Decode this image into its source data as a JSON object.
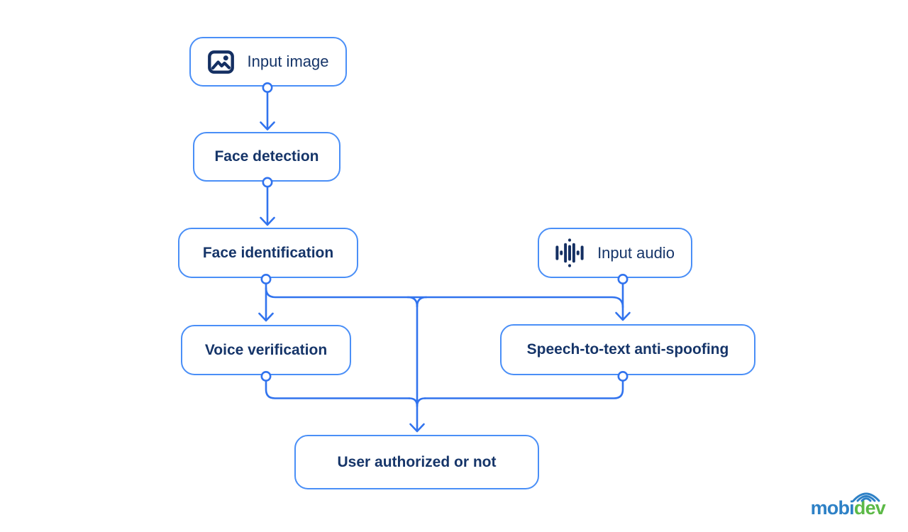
{
  "colors": {
    "box_border": "#4a8ff7",
    "connector": "#3173ee",
    "text": "#163569",
    "icon": "#142f62",
    "logo_blue": "#2e81c6",
    "logo_green": "#5cb947"
  },
  "diagram": {
    "nodes": {
      "input_image": {
        "label": "Input image",
        "icon": "image-icon"
      },
      "face_detection": {
        "label": "Face detection"
      },
      "face_identification": {
        "label": "Face identification"
      },
      "input_audio": {
        "label": "Input audio",
        "icon": "audio-waveform-icon"
      },
      "voice_verification": {
        "label": "Voice verification"
      },
      "speech_to_text_anti_spoofing": {
        "label": "Speech-to-text anti-spoofing"
      },
      "user_authorized_or_not": {
        "label": "User authorized or not"
      }
    },
    "edges": [
      {
        "from": "Input image",
        "to": "Face detection"
      },
      {
        "from": "Face detection",
        "to": "Face identification"
      },
      {
        "from": "Face identification",
        "to": "Voice verification"
      },
      {
        "from": "Face identification",
        "to": "Speech-to-text anti-spoofing"
      },
      {
        "from": "Input audio",
        "to": "Speech-to-text anti-spoofing"
      },
      {
        "from": "Face identification",
        "to": "User authorized or not"
      },
      {
        "from": "Voice verification",
        "to": "User authorized or not"
      },
      {
        "from": "Speech-to-text anti-spoofing",
        "to": "User authorized or not"
      }
    ]
  },
  "logo": {
    "part1": "mobi",
    "part2": "dev"
  }
}
